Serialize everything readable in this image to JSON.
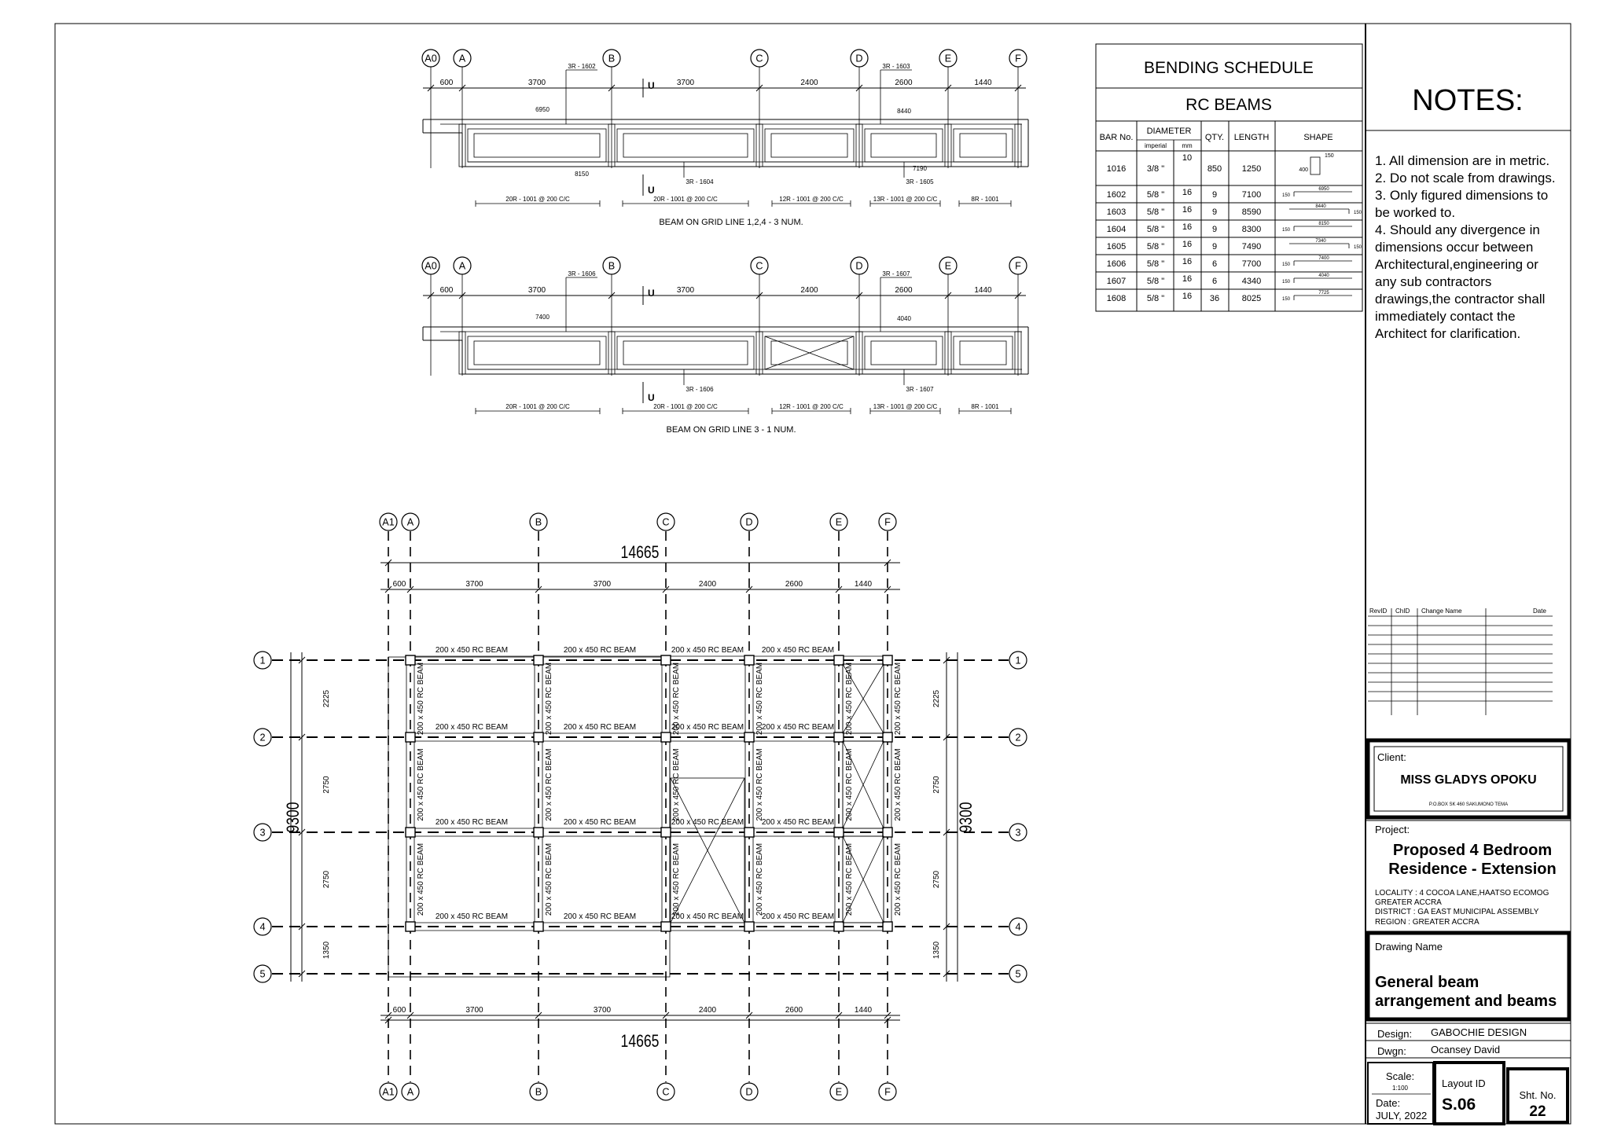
{
  "notes": {
    "heading": "NOTES:",
    "lines": [
      "1. All dimension are in metric.",
      "2. Do not scale from drawings.",
      "3. Only figured dimensions to",
      "be worked to.",
      "4. Should any divergence in",
      "dimensions occur between",
      "Architectural,engineering or",
      "any sub contractors",
      "drawings,the contractor shall",
      "immediately contact the",
      "Architect for clarification."
    ]
  },
  "schedule": {
    "title": "BENDING SCHEDULE",
    "subtitle": "RC BEAMS",
    "headers": {
      "bar_no": "BAR No.",
      "diameter": "DIAMETER",
      "imperial": "imperial",
      "mm": "mm",
      "qty": "QTY.",
      "length": "LENGTH",
      "shape": "SHAPE"
    },
    "rows": [
      {
        "bar": "1016",
        "imperial": "3/8 \"",
        "mm": "10",
        "qty": "850",
        "length": "1250",
        "shape_a": "150",
        "shape_b": "400"
      },
      {
        "bar": "1602",
        "imperial": "5/8 \"",
        "mm": "16",
        "qty": "9",
        "length": "7100",
        "shape_a": "150",
        "shape_b": "6950"
      },
      {
        "bar": "1603",
        "imperial": "5/8 \"",
        "mm": "16",
        "qty": "9",
        "length": "8590",
        "shape_a": "8440",
        "shape_b": "150"
      },
      {
        "bar": "1604",
        "imperial": "5/8 \"",
        "mm": "16",
        "qty": "9",
        "length": "8300",
        "shape_a": "150",
        "shape_b": "8150"
      },
      {
        "bar": "1605",
        "imperial": "5/8 \"",
        "mm": "16",
        "qty": "9",
        "length": "7490",
        "shape_a": "7340",
        "shape_b": "150"
      },
      {
        "bar": "1606",
        "imperial": "5/8 \"",
        "mm": "16",
        "qty": "6",
        "length": "7700",
        "shape_a": "150",
        "shape_b": "7400"
      },
      {
        "bar": "1607",
        "imperial": "5/8 \"",
        "mm": "16",
        "qty": "6",
        "length": "4340",
        "shape_a": "150",
        "shape_b": "4040"
      },
      {
        "bar": "1608",
        "imperial": "5/8 \"",
        "mm": "16",
        "qty": "36",
        "length": "8025",
        "shape_a": "150",
        "shape_b": "7725"
      }
    ]
  },
  "revision_table": {
    "headers": [
      "RevID",
      "ChID",
      "Change Name",
      "Date"
    ]
  },
  "client": {
    "label": "Client:",
    "name": "MISS GLADYS OPOKU",
    "address": "P.O.BOX SK 460 SAKUMONO TEMA"
  },
  "project": {
    "label": "Project:",
    "title_line1": "Proposed 4 Bedroom",
    "title_line2": "Residence - Extension",
    "locality": "LOCALITY :  4 COCOA LANE,HAATSO ECOMOG",
    "locality2": "GREATER ACCRA",
    "district": "DISTRICT  : GA EAST MUNICIPAL ASSEMBLY",
    "region": "REGION    : GREATER ACCRA"
  },
  "drawing": {
    "label": "Drawing Name",
    "name_line1": "General beam",
    "name_line2": "arrangement and beams"
  },
  "credits": {
    "design_label": "Design:",
    "design_value": "GABOCHIE DESIGN",
    "dwgn_label": "Dwgn:",
    "dwgn_value": "Ocansey David"
  },
  "footer": {
    "scale_label": "Scale:",
    "scale_value": "1:100",
    "date_label": "Date:",
    "date_value": "JULY, 2022",
    "layout_label": "Layout ID",
    "layout_value": "S.06",
    "sheet_label": "Sht. No.",
    "sheet_value": "22"
  },
  "elevation1": {
    "caption": "BEAM  ON  GRID  LINE  1,2,4 - 3  NUM.",
    "grids": [
      "A0",
      "A",
      "B",
      "C",
      "D",
      "E",
      "F"
    ],
    "dims": [
      "600",
      "3700",
      "3700",
      "2400",
      "2600",
      "1440"
    ],
    "top_bar1": "3R - 1602",
    "top_bar1_len": "6950",
    "top_bar2": "3R - 1603",
    "top_bar2_len": "8440",
    "bot_bar1": "3R - 1604",
    "bot_bar1_len": "8150",
    "bot_bar2": "3R - 1605",
    "bot_bar2_len": "7190",
    "section_mark": "U",
    "links": [
      "20R - 1001 @ 200 C/C",
      "20R - 1001 @ 200 C/C",
      "12R - 1001 @ 200 C/C",
      "13R - 1001 @ 200 C/C",
      "8R - 1001"
    ]
  },
  "elevation2": {
    "caption": "BEAM  ON  GRID  LINE  3 - 1  NUM.",
    "grids": [
      "A0",
      "A",
      "B",
      "C",
      "D",
      "E",
      "F"
    ],
    "dims": [
      "600",
      "3700",
      "3700",
      "2400",
      "2600",
      "1440"
    ],
    "top_bar1": "3R - 1606",
    "top_bar1_len": "7400",
    "top_bar2": "3R - 1607",
    "top_bar2_len": "4040",
    "bot_bar1": "3R - 1606",
    "bot_bar2": "3R - 1607",
    "section_mark": "U",
    "links": [
      "20R - 1001 @ 200 C/C",
      "20R - 1001 @ 200 C/C",
      "12R - 1001 @ 200 C/C",
      "13R - 1001 @ 200 C/C",
      "8R - 1001"
    ]
  },
  "plan": {
    "overall_width": "14665",
    "overall_depth": "9300",
    "col_grids": [
      "A1",
      "A",
      "B",
      "C",
      "D",
      "E",
      "F"
    ],
    "row_grids": [
      "1",
      "2",
      "3",
      "4",
      "5"
    ],
    "col_dims": [
      "600",
      "3700",
      "3700",
      "2400",
      "2600",
      "1440"
    ],
    "row_dims": [
      "2225",
      "2750",
      "2750",
      "1350"
    ],
    "beam_label": "200 x 450 RC BEAM"
  }
}
